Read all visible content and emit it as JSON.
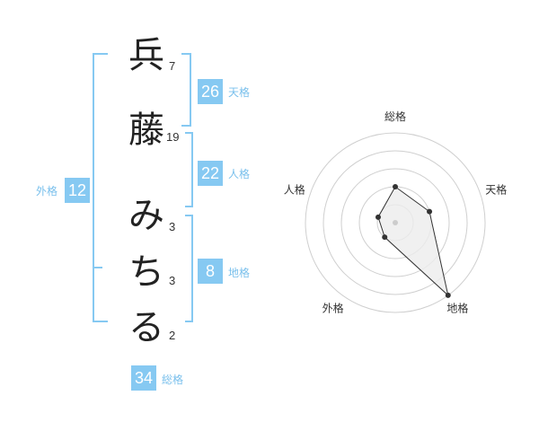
{
  "colors": {
    "accent": "#86c9f2",
    "accent_text": "#7ac0ec",
    "text": "#222222",
    "radar_line": "#333333",
    "ring": "#cfcfcf",
    "fill": "#ececec"
  },
  "name": {
    "chars": [
      {
        "char": "兵",
        "strokes": "7"
      },
      {
        "char": "藤",
        "strokes": "19"
      },
      {
        "char": "み",
        "strokes": "3"
      },
      {
        "char": "ち",
        "strokes": "3"
      },
      {
        "char": "る",
        "strokes": "2"
      }
    ]
  },
  "fortunes": {
    "tenkaku": {
      "value": "26",
      "label": "天格"
    },
    "jinkaku": {
      "value": "22",
      "label": "人格"
    },
    "chikaku": {
      "value": "8",
      "label": "地格"
    },
    "gaikaku": {
      "value": "12",
      "label": "外格"
    },
    "soukaku": {
      "value": "34",
      "label": "総格"
    }
  },
  "chart_data": {
    "type": "radar",
    "axes": [
      "総格",
      "天格",
      "地格",
      "外格",
      "人格"
    ],
    "levels": 5,
    "values": [
      2,
      2,
      5,
      1,
      1
    ]
  }
}
